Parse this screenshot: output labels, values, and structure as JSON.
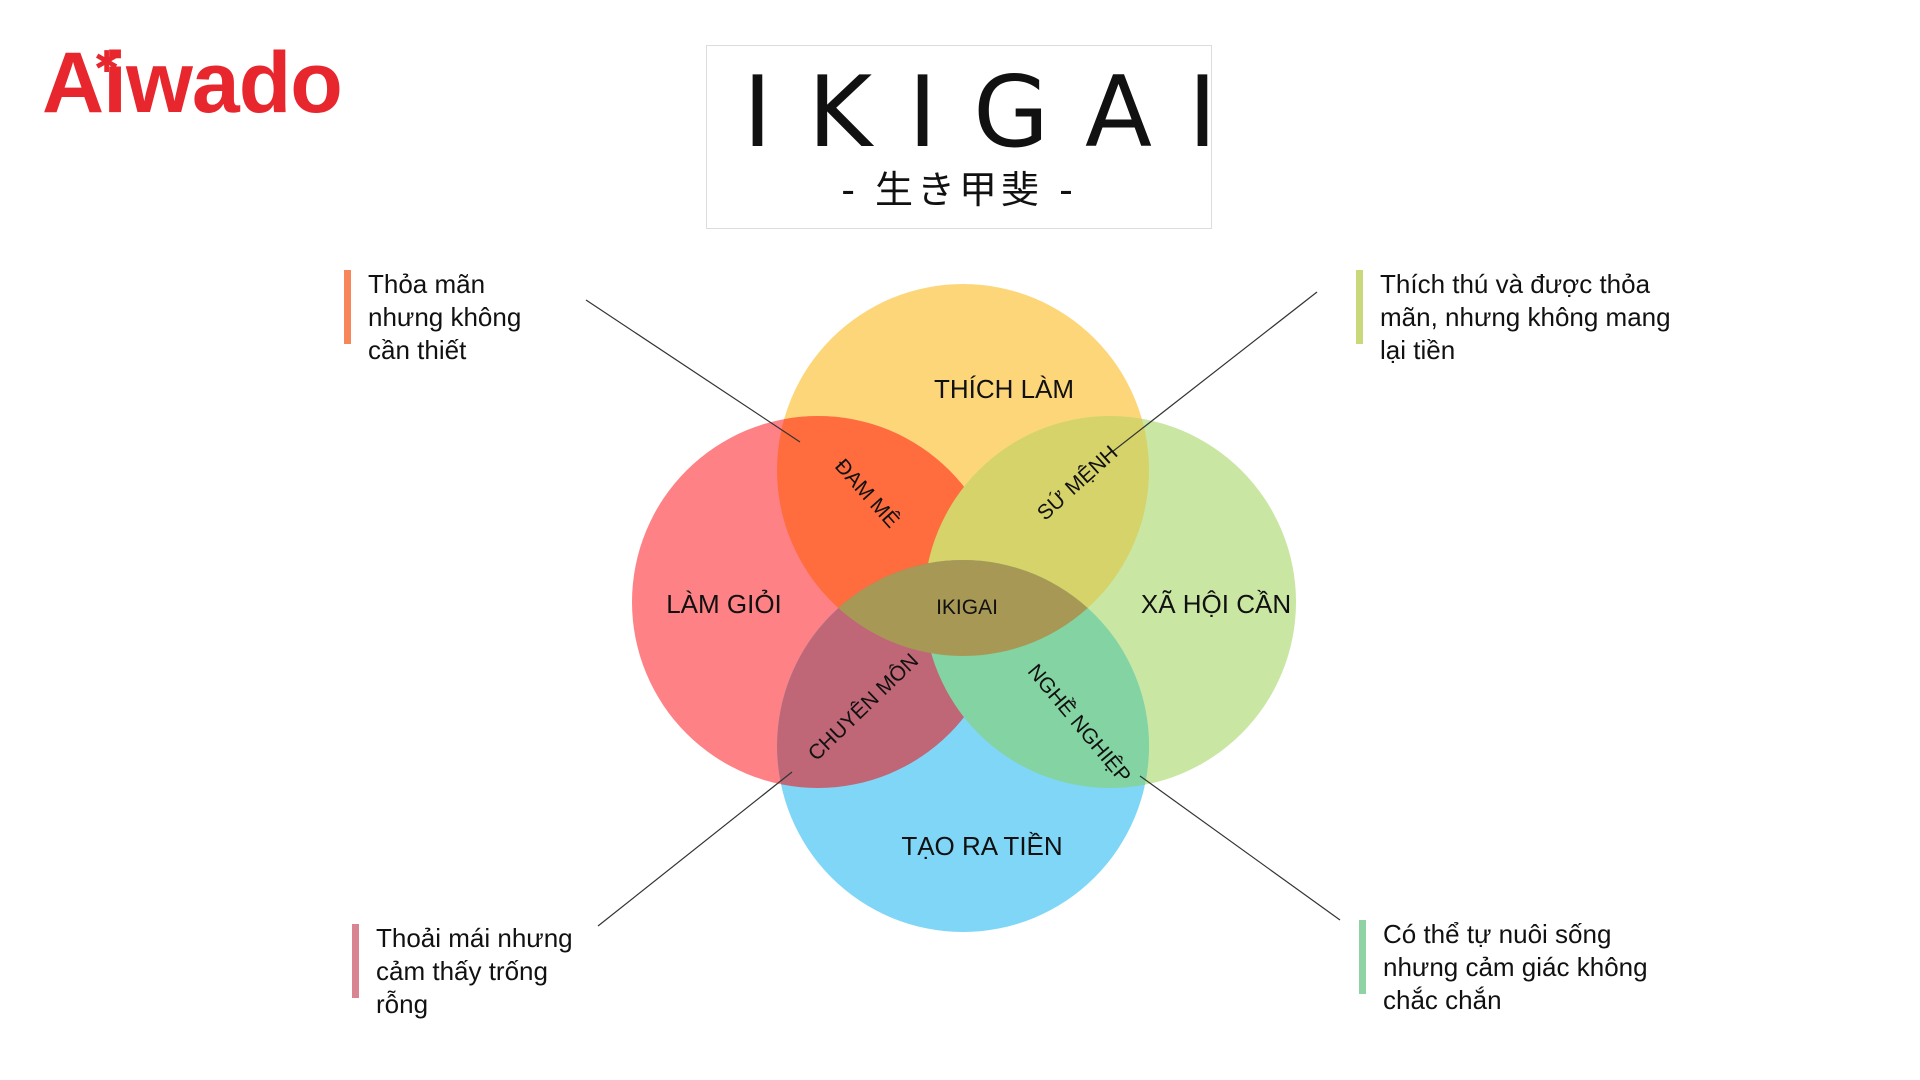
{
  "brand": {
    "logo_text": "Aiwado",
    "color": "#e8262e"
  },
  "title": {
    "main": "IKIGAI",
    "sub": "- 生き甲斐 -"
  },
  "circles": [
    {
      "id": "love",
      "label": "THÍCH LÀM",
      "color": "#fdd67a"
    },
    {
      "id": "good",
      "label": "LÀM GIỎI",
      "color": "#fe8285"
    },
    {
      "id": "need",
      "label": "XÃ HỘI CẦN",
      "color": "#c9e6a2"
    },
    {
      "id": "paid",
      "label": "TẠO RA TIỀN",
      "color": "#7fd6f7"
    }
  ],
  "overlaps": {
    "passion": "ĐAM MÊ",
    "mission": "SỨ MỆNH",
    "profession": "CHUYÊN MÔN",
    "vocation": "NGHỀ NGHIỆP",
    "center": "IKIGAI"
  },
  "overlap_colors": {
    "passion": "#ff6d3e",
    "mission": "#d5d36a",
    "profession": "#bf6677",
    "vocation": "#84d3a2",
    "center": "#a79855"
  },
  "notes": {
    "passion": {
      "text": "Thỏa mãn\nnhưng không\ncần thiết",
      "color": "#f7875a"
    },
    "mission": {
      "text": "Thích thú và được thỏa\nmãn, nhưng không mang\nlại tiền",
      "color": "#c9d97a"
    },
    "profession": {
      "text": "Thoải mái nhưng\ncảm thấy trống\nrỗng",
      "color": "#d98591"
    },
    "vocation": {
      "text": "Có thể tự nuôi sống\nnhưng cảm giác không\nchắc chắn",
      "color": "#8fd3a5"
    }
  }
}
